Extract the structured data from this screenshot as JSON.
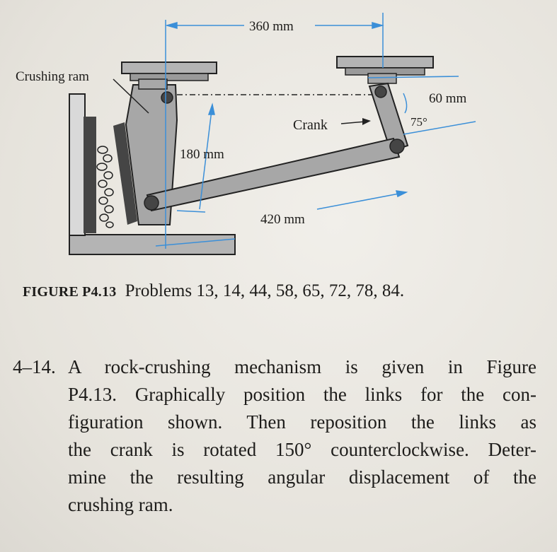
{
  "figure": {
    "labels": {
      "crushing_ram": "Crushing ram",
      "dim_360": "360 mm",
      "dim_180": "180 mm",
      "dim_420": "420 mm",
      "dim_60": "60 mm",
      "angle_75": "75°",
      "crank": "Crank"
    },
    "colors": {
      "link": "#a7a7a7",
      "dark_link": "#454545",
      "dim_line": "#3b8fd8",
      "ground": "#b4b4b4",
      "outline": "#222222"
    }
  },
  "caption": {
    "label": "FIGURE P4.13",
    "text": "Problems 13, 14, 44, 58, 65, 72, 78, 84."
  },
  "problem": {
    "number": "4–14.",
    "lines": [
      "A rock-crushing mechanism is given in Figure",
      "P4.13. Graphically position the links for the con-",
      "figuration shown. Then reposition the links as",
      "the crank is rotated 150° counterclockwise. Deter-",
      "mine the resulting angular displacement of the",
      "crushing ram."
    ]
  }
}
